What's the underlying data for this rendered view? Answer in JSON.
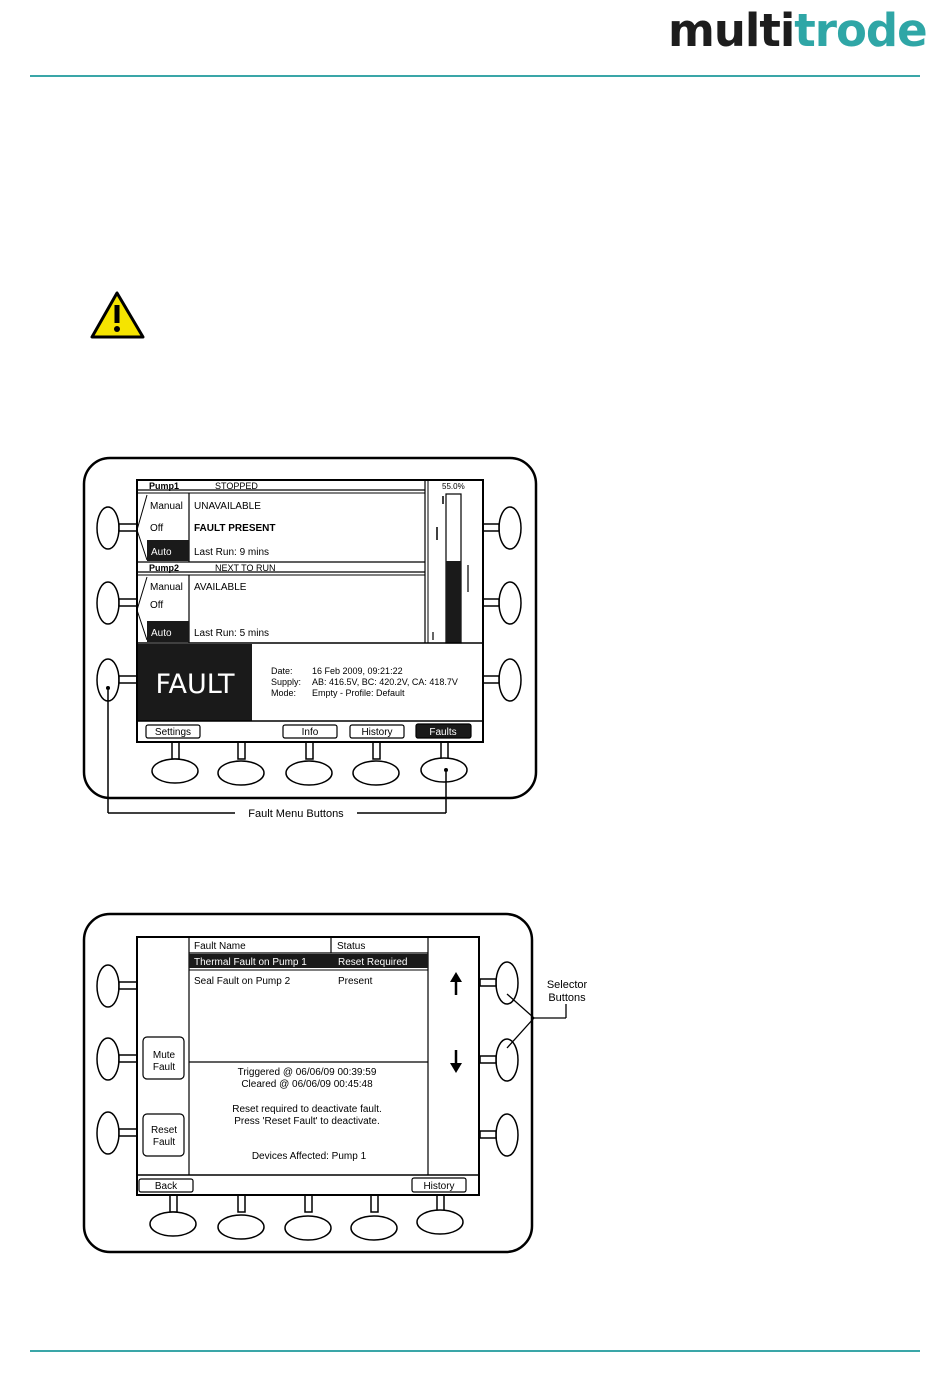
{
  "logo": {
    "part1": "multi",
    "part2": "trode"
  },
  "colors": {
    "accent": "#3aa6a8",
    "warning": "#f5e400"
  },
  "figure1": {
    "pump1": {
      "label": "Pump1",
      "state": "STOPPED",
      "modes": [
        "Manual",
        "Off",
        "Auto"
      ],
      "selected_mode": "Auto",
      "lines": [
        "UNAVAILABLE",
        "FAULT PRESENT",
        "Last Run: 9 mins"
      ]
    },
    "pump2": {
      "label": "Pump2",
      "state": "NEXT TO RUN",
      "modes": [
        "Manual",
        "Off",
        "Auto"
      ],
      "selected_mode": "Auto",
      "lines": [
        "AVAILABLE",
        "Last Run: 5 mins"
      ]
    },
    "level_percent_label": "55.0%",
    "level_fill": 0.55,
    "fault_banner": "FAULT",
    "info": {
      "labels": [
        "Date:",
        "Supply:",
        "Mode:"
      ],
      "values": [
        "16 Feb 2009, 09:21:22",
        "AB: 416.5V, BC: 420.2V, CA: 418.7V",
        "Empty - Profile: Default"
      ]
    },
    "softkeys": [
      "Settings",
      "Info",
      "History",
      "Faults"
    ],
    "callout": "Fault Menu Buttons"
  },
  "figure2": {
    "columns": [
      "Fault Name",
      "Status"
    ],
    "rows": [
      {
        "name": "Thermal Fault on Pump 1",
        "status": "Reset Required"
      },
      {
        "name": "Seal Fault on Pump 2",
        "status": "Present"
      }
    ],
    "side_buttons": [
      {
        "line1": "Mute",
        "line2": "Fault"
      },
      {
        "line1": "Reset",
        "line2": "Fault"
      }
    ],
    "detail": [
      "Triggered @ 06/06/09 00:39:59",
      "Cleared @ 06/06/09 00:45:48",
      "Reset required to deactivate fault.",
      "Press 'Reset Fault' to deactivate.",
      "Devices Affected: Pump 1"
    ],
    "softkeys": [
      "Back",
      "History"
    ],
    "arrows": [
      "up-arrow-icon",
      "down-arrow-icon"
    ],
    "callout": [
      "Selector",
      "Buttons"
    ]
  }
}
